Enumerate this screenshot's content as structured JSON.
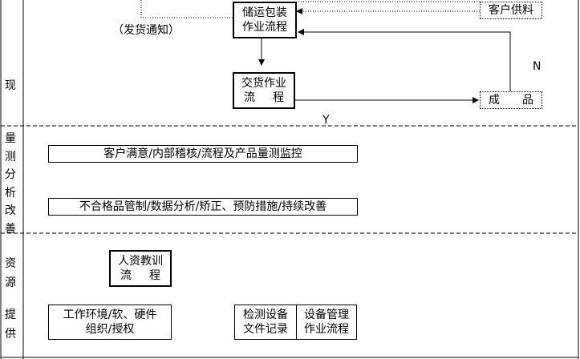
{
  "sections": {
    "top_label": [
      "现"
    ],
    "measure_label": [
      "量",
      "测",
      "分",
      "析",
      "改",
      "善"
    ],
    "resource_label": [
      "资",
      "源",
      "提",
      "供"
    ]
  },
  "flow": {
    "storage_box": [
      "储运包装",
      "作业流程"
    ],
    "customer_material": "客户供料",
    "delivery_note": "（发货通知）",
    "delivery_box": [
      "交货作业",
      "流",
      "程"
    ],
    "product_box": [
      "成",
      "品"
    ],
    "yes_label": "Y",
    "no_label": "N"
  },
  "measure": {
    "box1": "客户满意/内部稽核/流程及产品量测监控",
    "box2": "不合格品管制/数据分析/矫正、预防措施/持续改善"
  },
  "resource": {
    "training_box": [
      "人资教训",
      "流",
      "程"
    ],
    "environment_box": [
      "工作环境/软、硬件",
      "组织/授权"
    ],
    "inspection_box": [
      "检测设备",
      "文件记录"
    ],
    "equipment_box": [
      "设备管理",
      "作业流程"
    ]
  }
}
